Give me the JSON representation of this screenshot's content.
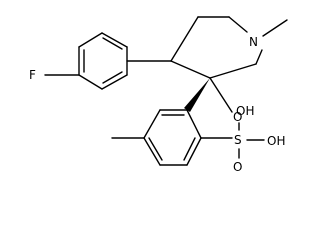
{
  "structure": {
    "atoms": {
      "fluorine": "F",
      "nitrogen": "N",
      "hydroxyl": "OH",
      "sulfur": "S",
      "sulfonyl_oxygen_top": "O",
      "sulfonyl_oxygen_bottom": "O",
      "sulfonic_hydroxyl": "OH"
    }
  }
}
